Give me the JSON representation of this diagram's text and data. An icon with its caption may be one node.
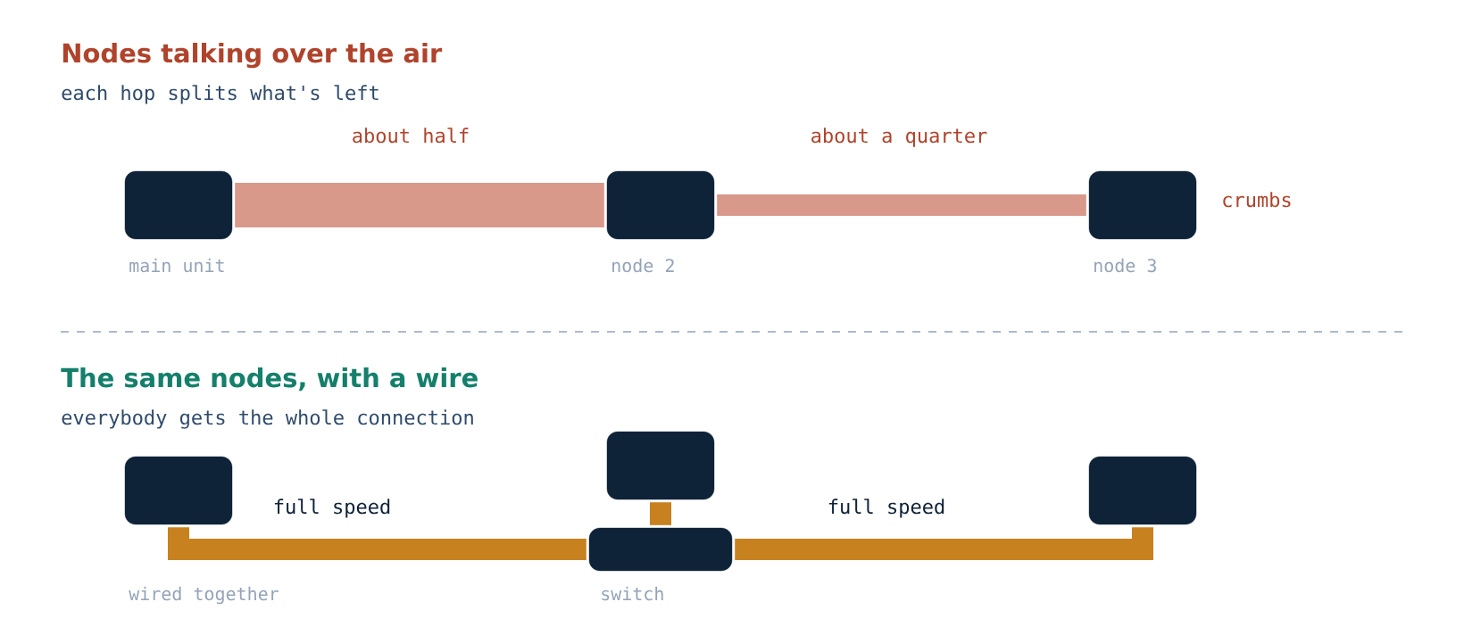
{
  "diagram": {
    "nodes": [
      {
        "text": [],
        "shape": "box",
        "beside": [
          "main unit"
        ]
      },
      {
        "text": [],
        "shape": "box",
        "beside": [
          "node 2"
        ]
      },
      {
        "text": [],
        "shape": "box",
        "beside": [
          "node 3"
        ]
      },
      {
        "text": [],
        "shape": "box"
      },
      {
        "text": [],
        "shape": "box"
      },
      {
        "text": [],
        "shape": "box"
      },
      {
        "text": [],
        "shape": "box",
        "beside": [
          "switch"
        ]
      }
    ],
    "edges": [
      {
        "from": 0,
        "to": 1,
        "arrow": "none",
        "label": "about half",
        "style": "thick",
        "color": "#d8988a"
      },
      {
        "from": 1,
        "to": 2,
        "arrow": "none",
        "label": "about a quarter",
        "color": "#d8988a"
      },
      {
        "from": 3,
        "to": 6,
        "arrow": "none",
        "label": "full speed"
      },
      {
        "from": 4,
        "to": 6,
        "arrow": "none"
      },
      {
        "from": 5,
        "to": 6,
        "arrow": "none",
        "label": "full speed"
      }
    ],
    "labels": [
      "Nodes talking over the air",
      "each hop splits what's left",
      "crumbs",
      "The same nodes, with a wire",
      "everybody gets the whole connection",
      "wired together"
    ]
  }
}
